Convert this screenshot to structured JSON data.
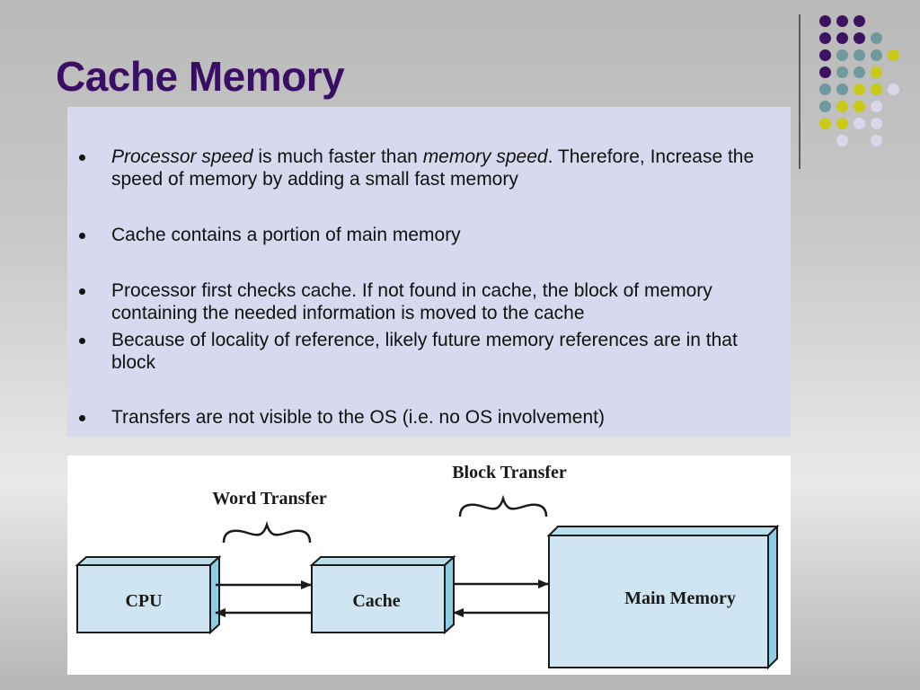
{
  "slide": {
    "title": "Cache Memory"
  },
  "bullets": [
    {
      "parts": [
        {
          "text": "Processor speed",
          "italic": true
        },
        {
          "text": " is much faster than ",
          "italic": false
        },
        {
          "text": "memory speed",
          "italic": true
        },
        {
          "text": ". Therefore, Increase the speed of memory by adding a small fast memory",
          "italic": false
        }
      ]
    },
    {
      "parts": [
        {
          "text": "Cache contains a portion of main memory",
          "italic": false
        }
      ]
    },
    {
      "parts": [
        {
          "text": "Processor first checks cache. If not found in cache, the block of memory containing the needed information is moved to the cache",
          "italic": false
        }
      ]
    },
    {
      "parts": [
        {
          "text": "Because of locality of reference, likely future memory references are in that block",
          "italic": false
        }
      ]
    },
    {
      "parts": [
        {
          "text": "Transfers are not visible to the OS (i.e. no OS involvement)",
          "italic": false
        }
      ]
    }
  ],
  "diagram": {
    "word_transfer_label": "Word Transfer",
    "block_transfer_label": "Block Transfer",
    "cpu_label": "CPU",
    "cache_label": "Cache",
    "main_memory_label": "Main Memory"
  },
  "colors": {
    "title": "#3b0e66",
    "content_bg": "#d8d9ee",
    "box_fill": "#cfe6f2",
    "box_side": "#8fcde6",
    "dot_purple": "#3c1361",
    "dot_teal": "#6e9a9e",
    "dot_yellow": "#c9c918",
    "dot_lavender": "#dad7ea"
  },
  "decoration": {
    "dot_rows": [
      [
        "purple",
        "purple",
        "purple",
        null,
        null
      ],
      [
        "purple",
        "purple",
        "purple",
        "teal",
        null
      ],
      [
        "purple",
        "teal",
        "teal",
        "teal",
        "yellow"
      ],
      [
        "purple",
        "teal",
        "teal",
        "yellow",
        null
      ],
      [
        "teal",
        "teal",
        "yellow",
        "yellow",
        "lavender"
      ],
      [
        "teal",
        "yellow",
        "yellow",
        "lavender",
        null
      ],
      [
        "yellow",
        "yellow",
        "lavender",
        "lavender",
        null
      ],
      [
        null,
        "lavender",
        null,
        "lavender",
        null
      ]
    ]
  }
}
